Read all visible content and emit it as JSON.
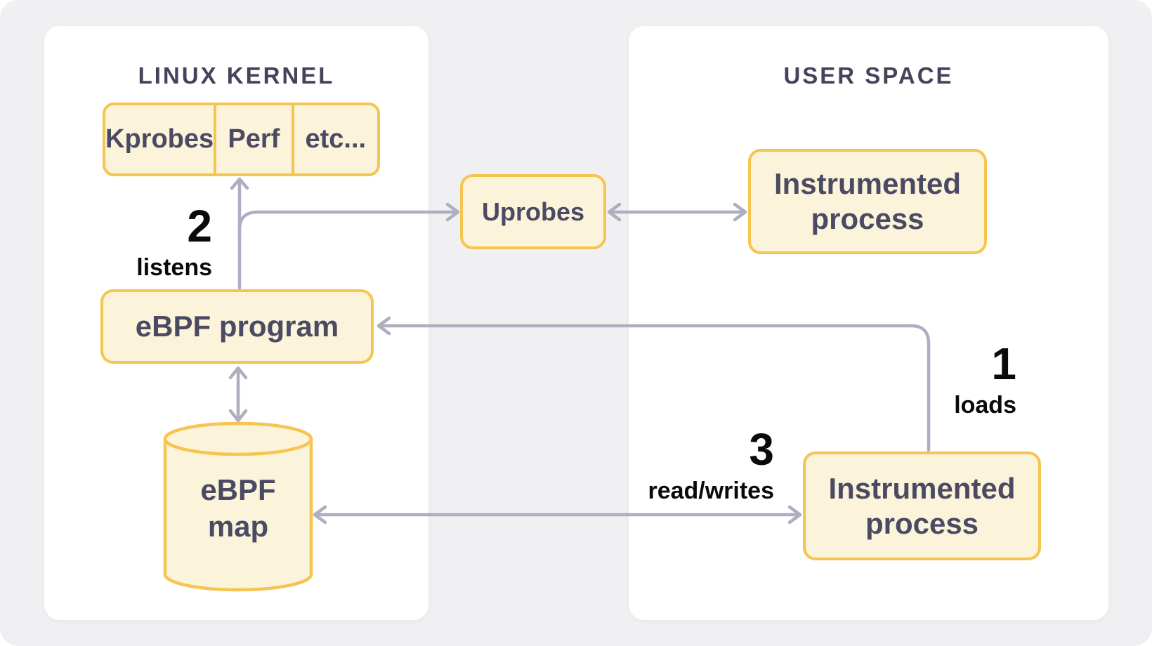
{
  "panels": {
    "kernel": {
      "title": "LINUX KERNEL"
    },
    "user": {
      "title": "USER SPACE"
    }
  },
  "nodes": {
    "probe_sources": {
      "items": [
        "Kprobes",
        "Perf",
        "etc..."
      ]
    },
    "uprobes": {
      "label": "Uprobes"
    },
    "ebpf_program": {
      "label": "eBPF program"
    },
    "ebpf_map": {
      "label": "eBPF map"
    },
    "instrumented_process_top": {
      "label": "Instrumented process"
    },
    "instrumented_process_bottom": {
      "label": "Instrumented process"
    }
  },
  "step_labels": {
    "loads": {
      "number": "1",
      "text": "loads"
    },
    "listens": {
      "number": "2",
      "text": "listens"
    },
    "read_writes": {
      "number": "3",
      "text": "read/writes"
    }
  },
  "colors": {
    "canvas_bg": "#f0f0f3",
    "panel_bg": "#ffffff",
    "node_fill": "#fcf3db",
    "node_border": "#f5c451",
    "arrow": "#afaec0",
    "node_text": "#4b4a63",
    "title_text": "#44435c",
    "step_text": "#0a0a0c"
  }
}
